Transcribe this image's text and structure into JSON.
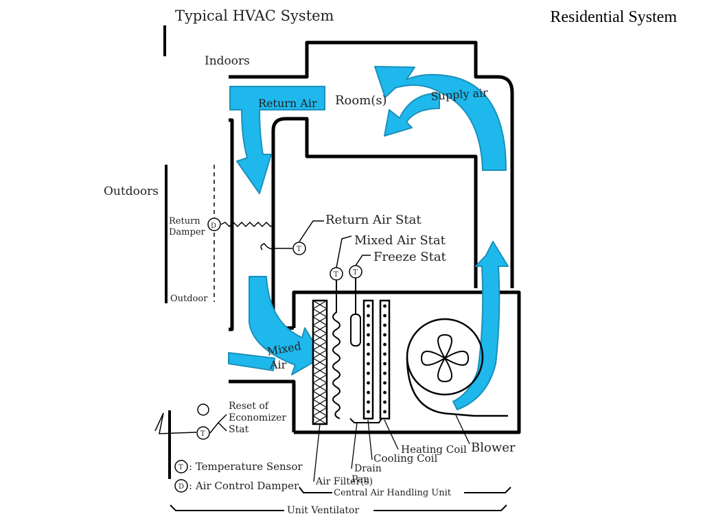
{
  "slide_title": "Residential System",
  "diagram": {
    "title": "Typical HVAC System",
    "zones": {
      "indoors": "Indoors",
      "outdoors": "Outdoors",
      "room": "Room(s)"
    },
    "airflows": {
      "return_air": "Return Air",
      "supply_air": "Supply air",
      "mixed_air_1": "Mixed",
      "mixed_air_2": "Air"
    },
    "dampers": {
      "return_damper_1": "Return",
      "return_damper_2": "Damper",
      "outdoor": "Outdoor"
    },
    "sensors": {
      "return_air_stat": "Return Air Stat",
      "mixed_air_stat": "Mixed Air Stat",
      "freeze_stat": "Freeze Stat",
      "reset_1": "Reset of",
      "reset_2": "Economizer",
      "reset_3": "Stat"
    },
    "components": {
      "heating_coil": "Heating Coil",
      "cooling_coil": "Cooling Coil",
      "drain_pan_1": "Drain",
      "drain_pan_2": "Pan",
      "air_filters": "Air Filter(s)",
      "blower": "Blower"
    },
    "groups": {
      "central_air_handling_unit": "Central Air Handling Unit",
      "unit_ventilator": "Unit Ventilator"
    },
    "legend": {
      "t_symbol": "T",
      "d_symbol": "D",
      "temperature_sensor": ": Temperature Sensor",
      "air_control_damper": ": Air Control Damper"
    },
    "colors": {
      "airflow": "#1fb8ec",
      "airflow_outline": "#1a90bb",
      "duct": "#000000"
    }
  }
}
